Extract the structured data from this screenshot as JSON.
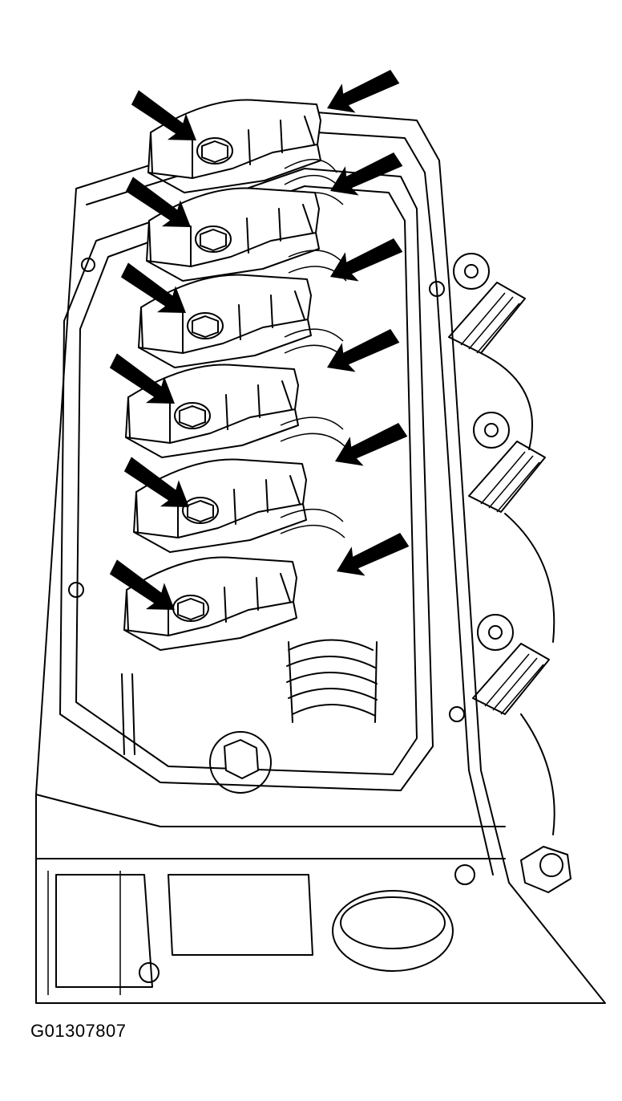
{
  "figure": {
    "code": "G01307807",
    "rocker_arm_count": 6,
    "arrow_count": 12,
    "colors": {
      "line": "#000000",
      "background": "#ffffff"
    }
  }
}
